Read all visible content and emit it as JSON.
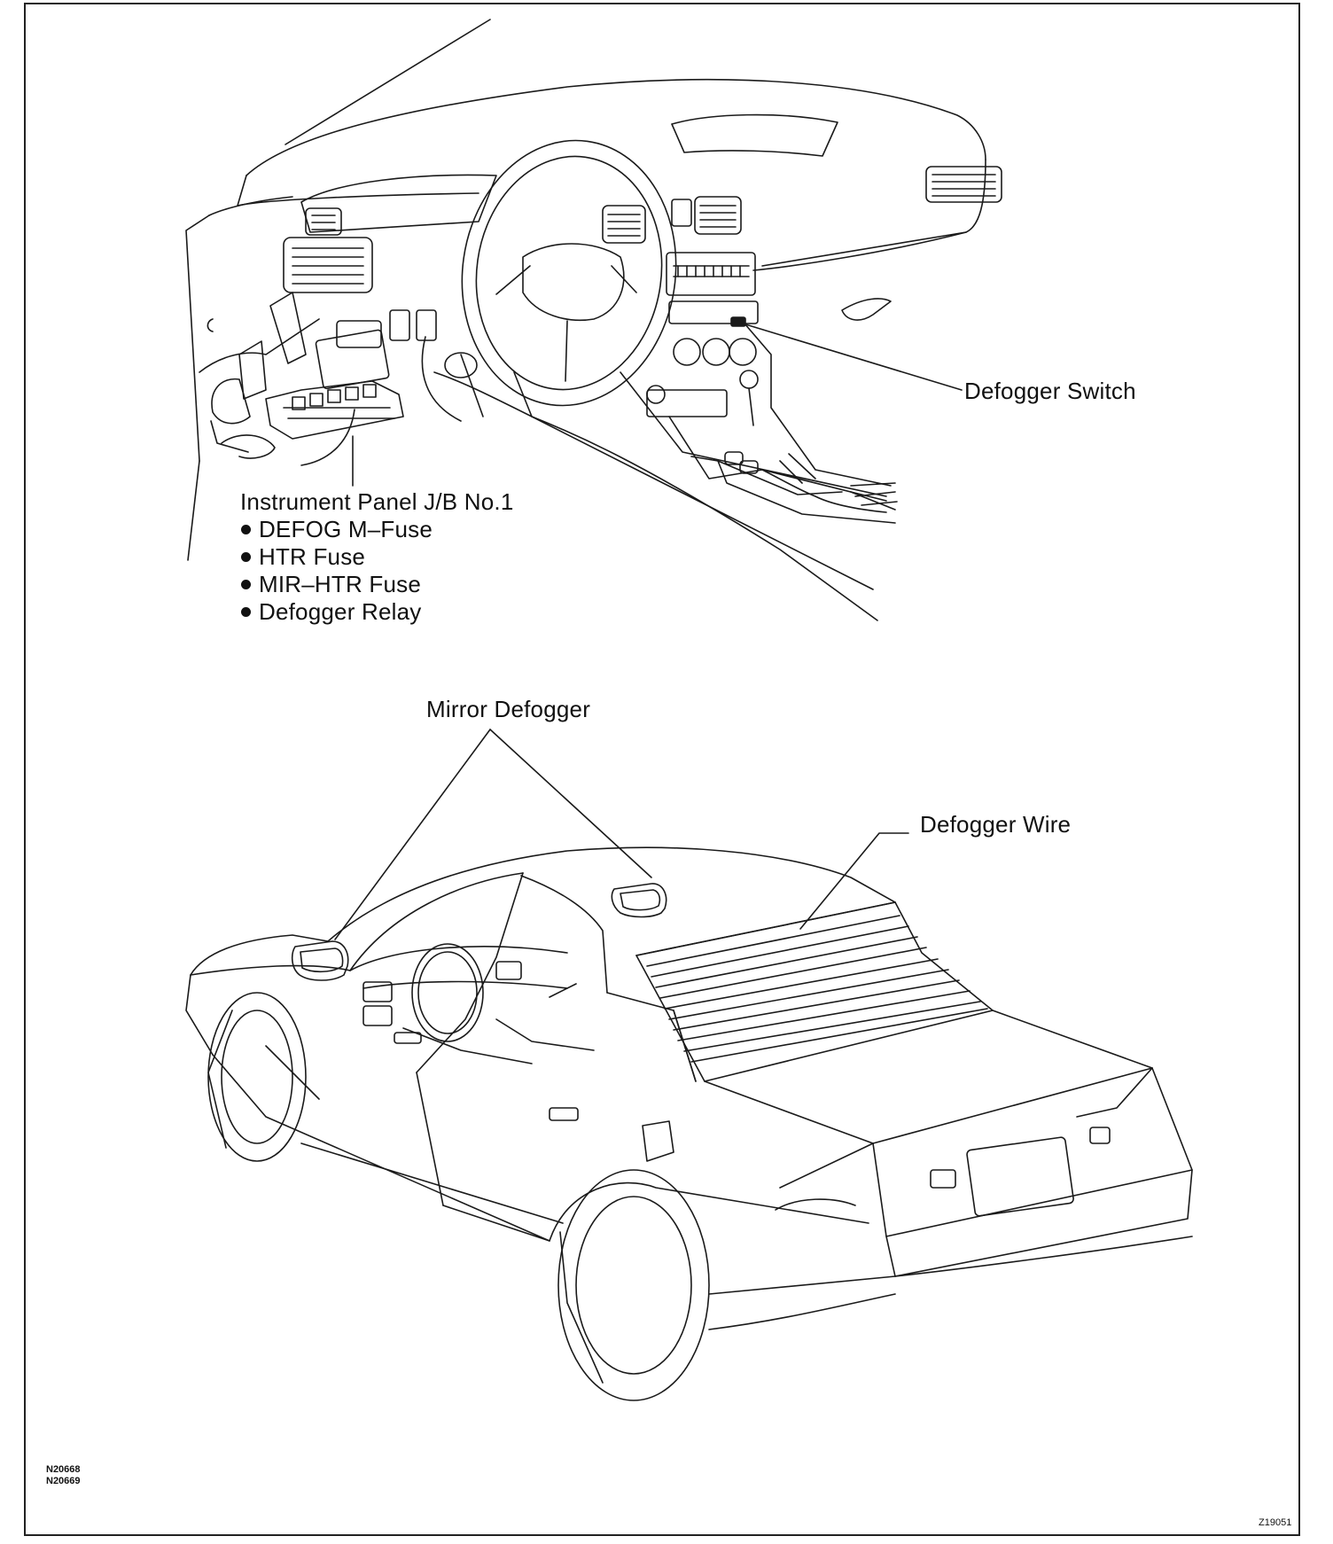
{
  "labels": {
    "defogger_switch": "Defogger Switch",
    "jb_title": "Instrument Panel J/B No.1",
    "jb_items": [
      "DEFOG M–Fuse",
      "HTR Fuse",
      "MIR–HTR Fuse",
      "Defogger Relay"
    ],
    "mirror_defogger": "Mirror Defogger",
    "defogger_wire": "Defogger Wire"
  },
  "codes": {
    "ref1": "N20668",
    "ref2": "N20669",
    "figure": "Z19051"
  }
}
